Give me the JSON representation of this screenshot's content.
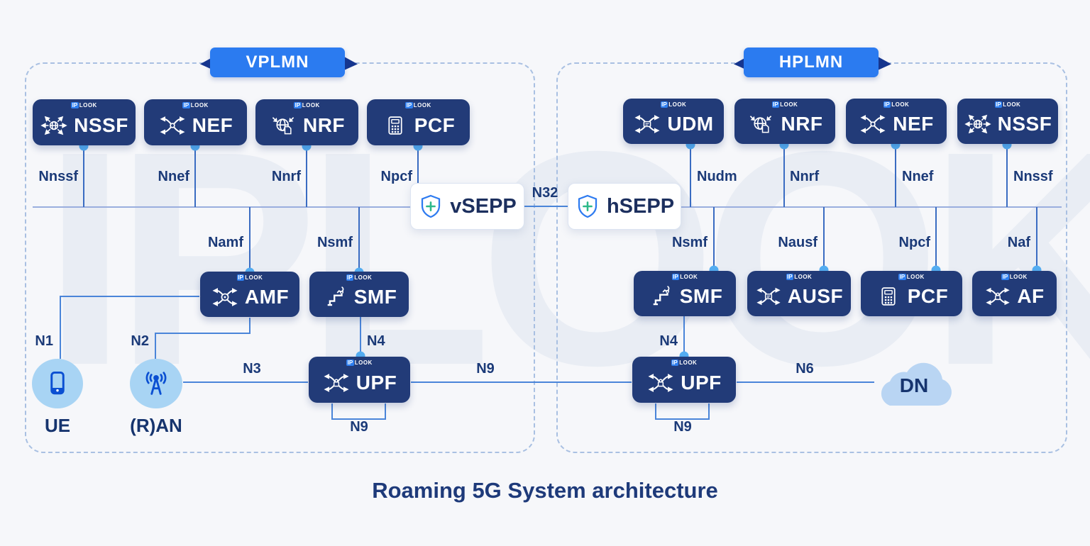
{
  "title": "Roaming 5G System architecture",
  "watermark": "IPLOOK",
  "brand": {
    "ip": "IP",
    "look": "LOOK"
  },
  "n32": "N32",
  "vplmn": {
    "banner": "VPLMN",
    "sepp": "vSEPP",
    "nssf": {
      "label": "NSSF",
      "iface": "Nnssf"
    },
    "nef": {
      "label": "NEF",
      "iface": "Nnef"
    },
    "nrf": {
      "label": "NRF",
      "iface": "Nnrf"
    },
    "pcf": {
      "label": "PCF",
      "iface": "Npcf"
    },
    "amf": {
      "label": "AMF",
      "iface": "Namf"
    },
    "smf": {
      "label": "SMF",
      "iface": "Nsmf"
    },
    "upf": {
      "label": "UPF"
    },
    "ue": "UE",
    "ran": "(R)AN",
    "n1": "N1",
    "n2": "N2",
    "n3": "N3",
    "n4": "N4",
    "n9": "N9",
    "n9_loop": "N9"
  },
  "hplmn": {
    "banner": "HPLMN",
    "sepp": "hSEPP",
    "udm": {
      "label": "UDM",
      "iface": "Nudm"
    },
    "nrf": {
      "label": "NRF",
      "iface": "Nnrf"
    },
    "nef": {
      "label": "NEF",
      "iface": "Nnef"
    },
    "nssf": {
      "label": "NSSF",
      "iface": "Nnssf"
    },
    "smf": {
      "label": "SMF",
      "iface": "Nsmf"
    },
    "ausf": {
      "label": "AUSF",
      "iface": "Nausf"
    },
    "pcf": {
      "label": "PCF",
      "iface": "Npcf"
    },
    "af": {
      "label": "AF",
      "iface": "Naf"
    },
    "upf": {
      "label": "UPF"
    },
    "dn": "DN",
    "n4": "N4",
    "n6": "N6",
    "n9_loop": "N9"
  },
  "colors": {
    "node_bg": "#223b78",
    "banner_blue": "#2b7bf0",
    "ribbon_fold": "#16368f",
    "connection_dot": "#54aef2",
    "line_blue": "#4a85d9",
    "bus_line": "#9aaede",
    "navy_text": "#1b3a78",
    "shield_blue": "#2e7bf0",
    "shield_plus_green": "#2db98a",
    "endpoint_circle": "#a8d4f4",
    "endpoint_icon": "#0a4fd2",
    "cloud_fill": "#b9d5f3"
  }
}
